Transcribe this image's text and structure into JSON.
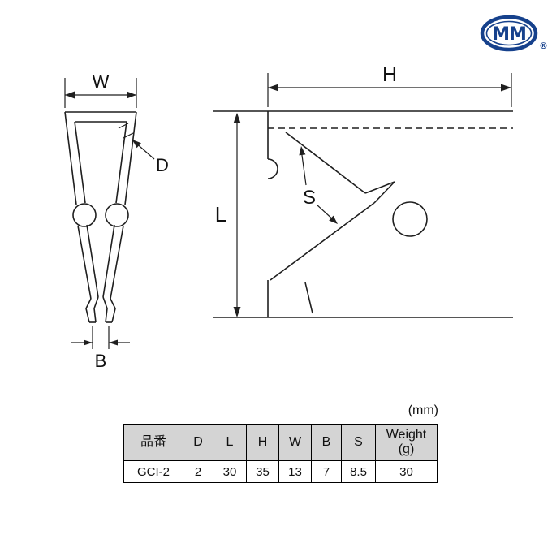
{
  "logo": {
    "text": "MM",
    "registered_mark": "®"
  },
  "units_label": "(mm)",
  "drawing": {
    "front_view": {
      "width_label": "W",
      "thickness_label": "D",
      "gap_label": "B"
    },
    "side_view": {
      "height_label": "H",
      "length_label": "L",
      "slot_label": "S"
    }
  },
  "table": {
    "headers": [
      "品番",
      "D",
      "L",
      "H",
      "W",
      "B",
      "S",
      "Weight (g)"
    ],
    "rows": [
      [
        "GCI-2",
        "2",
        "30",
        "35",
        "13",
        "7",
        "8.5",
        "30"
      ]
    ]
  },
  "colors": {
    "logo_blue": "#16418c",
    "table_header_bg": "#d4d4d4",
    "line_color": "#1f1f1f"
  }
}
